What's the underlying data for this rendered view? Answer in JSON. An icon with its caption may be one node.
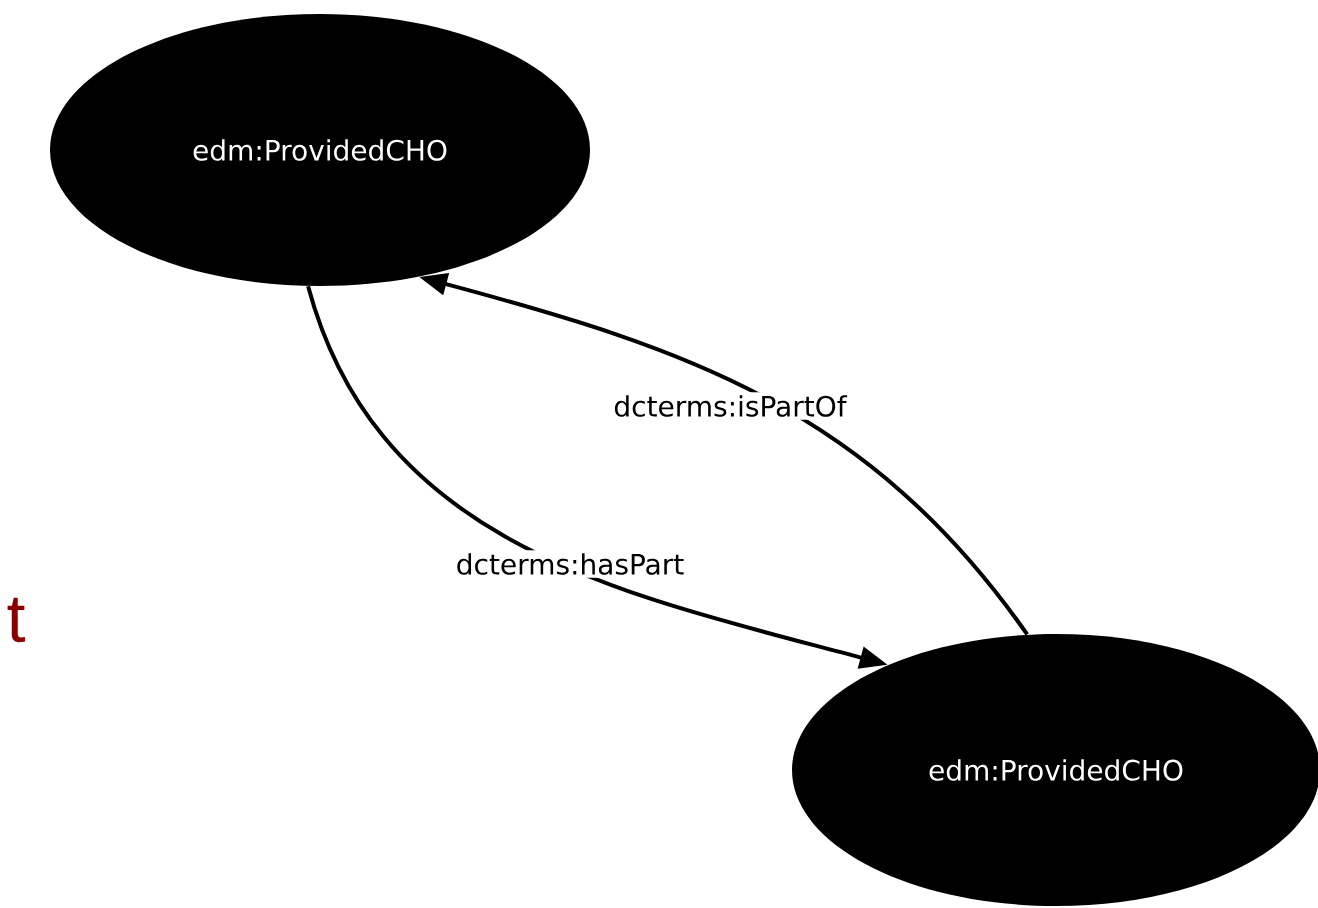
{
  "diagram": {
    "nodes": [
      {
        "text": [
          "edm:ProvidedCHO"
        ]
      },
      {
        "text": [
          "edm:ProvidedCHO"
        ]
      }
    ],
    "edges": [
      {
        "from": 0,
        "to": 1,
        "arrow": "to",
        "label": "dcterms:hasPart"
      },
      {
        "from": 1,
        "to": 0,
        "arrow": "to",
        "label": "dcterms:isPartOf"
      }
    ],
    "labels": [
      "t"
    ]
  }
}
